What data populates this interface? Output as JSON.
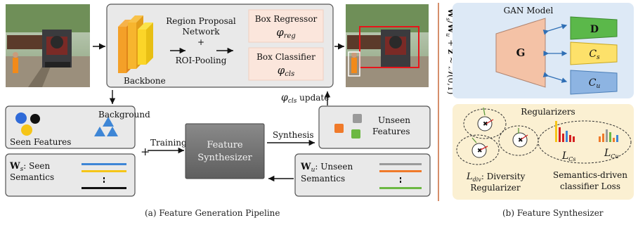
{
  "pipeline": {
    "backbone_label": "Backbone",
    "rpn_line1": "Region Proposal",
    "rpn_line2": "Network",
    "plus": "+",
    "roi_pooling": "ROI-Pooling",
    "box_regressor": "Box Regressor",
    "phi_reg_sym": "φ",
    "phi_reg_sub": "reg",
    "box_classifier": "Box Classifier",
    "phi_cls_sym": "φ",
    "phi_cls_sub": "cls",
    "update_sym": "φ",
    "update_sub": "cls",
    "update_text": " update",
    "background": "Background",
    "seen_features": "Seen Features",
    "ws_prefix": "W",
    "ws_sub": "s",
    "ws_line1": ": Seen",
    "ws_line2": "Semantics",
    "plus_sign": "+",
    "training": "Training",
    "feature_synth_line1": "Feature",
    "feature_synth_line2": "Synthesizer",
    "synthesis": "Synthesis",
    "unseen_line1": "Unseen",
    "unseen_line2": "Features",
    "wu_prefix": "W",
    "wu_sub": "u",
    "wu_line1": ": Unseen",
    "wu_line2": "Semantics"
  },
  "vertical_label": "W_s/W_u + z ~ N(0,1)",
  "gan": {
    "title": "GAN Model",
    "generator": "G",
    "discriminator": "D",
    "cs_sym": "C",
    "cs_sub": "s",
    "cu_sym": "C",
    "cu_sub": "u"
  },
  "regularizers": {
    "title": "Regularizers",
    "div_sym": "L",
    "div_sub": "div",
    "div_text": ": Diversity",
    "div_line2": "Regularizer",
    "lcs_sym": "L",
    "lcs_sub": "Cs",
    "lcu_sym": "L",
    "lcu_sub": "Cu",
    "sem_line1": "Semantics-driven",
    "sem_line2": "classifier Loss"
  },
  "captions": {
    "a": "(a) Feature Generation Pipeline",
    "b": "(b) Feature Synthesizer"
  },
  "colors": {
    "panel_gray": "#e9e9e9",
    "gan_bg": "#dde9f6",
    "reg_bg": "#fbf0d2",
    "generator": "#f4c2a6",
    "discriminator": "#5bb84a",
    "cs": "#fde16a",
    "cu": "#8db4e2",
    "divider": "#c8693a",
    "synth_dark": "#707070"
  }
}
